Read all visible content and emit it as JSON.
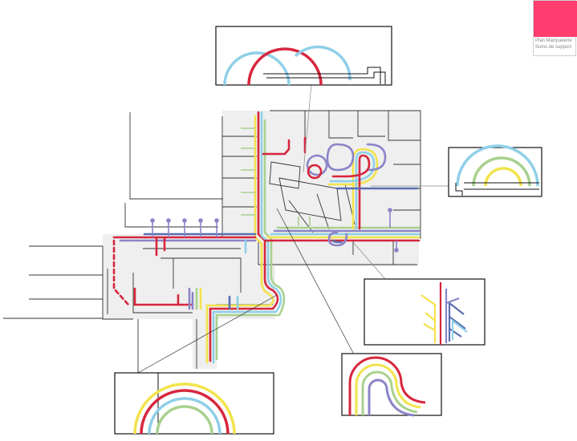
{
  "legend": {
    "title": "Plan Marqueterie",
    "subtitle": "Soins de support",
    "swatch_color": "#ff3d6e"
  },
  "colors": {
    "red": "#d7263d",
    "blue": "#8fcfe8",
    "yellow": "#f2e34c",
    "green": "#a9d18e",
    "purple": "#8a84c8",
    "navy": "#5a6fb0",
    "floor": "#efefef",
    "wall": "#333333"
  },
  "callouts": [
    {
      "name": "callout-top-detail"
    },
    {
      "name": "callout-right-detail"
    },
    {
      "name": "callout-tree-detail"
    },
    {
      "name": "callout-u-turn-detail"
    },
    {
      "name": "callout-arcs-detail"
    }
  ]
}
